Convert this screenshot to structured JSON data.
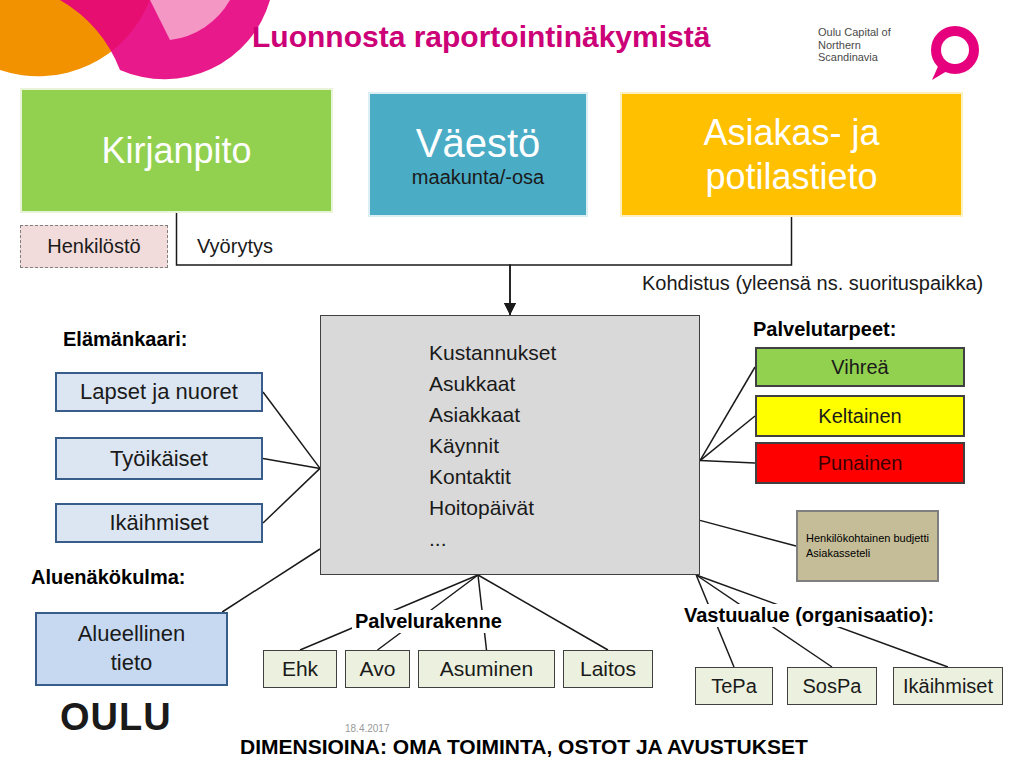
{
  "diagram": {
    "title": "Luonnosta raportointinäkymistä",
    "caption": "DIMENSIOINA: OMA TOIMINTA, OSTOT JA AVUSTUKSET",
    "nodes": [
      {
        "text": [
          "Kirjanpito"
        ]
      },
      {
        "text": [
          "Väestö",
          "maakunta/-osa"
        ]
      },
      {
        "text": [
          "Asiakas- ja potilastieto"
        ]
      },
      {
        "text": [
          "Henkilöstö"
        ]
      },
      {
        "text": [
          "Kustannukset",
          "Asukkaat",
          "Asiakkaat",
          "Käynnit",
          "Kontaktit",
          "Hoitopäivät",
          "..."
        ]
      },
      {
        "text": [
          "Lapset ja nuoret"
        ]
      },
      {
        "text": [
          "Työikäiset"
        ]
      },
      {
        "text": [
          "Ikäihmiset"
        ]
      },
      {
        "text": [
          "Alueellinen tieto"
        ]
      },
      {
        "text": [
          "Vihreä"
        ]
      },
      {
        "text": [
          "Keltainen"
        ]
      },
      {
        "text": [
          "Punainen"
        ]
      },
      {
        "text": [
          "Henkilökohtainen budjetti",
          "Asiakasseteli"
        ]
      },
      {
        "text": [
          "Ehk"
        ]
      },
      {
        "text": [
          "Avo"
        ]
      },
      {
        "text": [
          "Asuminen"
        ]
      },
      {
        "text": [
          "Laitos"
        ]
      },
      {
        "text": [
          "TePa"
        ]
      },
      {
        "text": [
          "SosPa"
        ]
      },
      {
        "text": [
          "Ikäihmiset"
        ]
      }
    ],
    "edges": [
      {
        "from": 0,
        "to": 4,
        "arrow": "to",
        "label": "Vyörytys"
      },
      {
        "from": 2,
        "to": 4,
        "arrow": "to",
        "label": "Kohdistus (yleensä ns. suorituspaikka)"
      },
      {
        "from": 5,
        "to": 4,
        "arrow": "none"
      },
      {
        "from": 6,
        "to": 4,
        "arrow": "none"
      },
      {
        "from": 7,
        "to": 4,
        "arrow": "none"
      },
      {
        "from": 8,
        "to": 4,
        "arrow": "none"
      },
      {
        "from": 9,
        "to": 4,
        "arrow": "none"
      },
      {
        "from": 10,
        "to": 4,
        "arrow": "none"
      },
      {
        "from": 11,
        "to": 4,
        "arrow": "none"
      },
      {
        "from": 12,
        "to": 4,
        "arrow": "none"
      },
      {
        "from": 13,
        "to": 4,
        "arrow": "none"
      },
      {
        "from": 14,
        "to": 4,
        "arrow": "none"
      },
      {
        "from": 15,
        "to": 4,
        "arrow": "none"
      },
      {
        "from": 16,
        "to": 4,
        "arrow": "none"
      },
      {
        "from": 17,
        "to": 4,
        "arrow": "none"
      },
      {
        "from": 18,
        "to": 4,
        "arrow": "none"
      },
      {
        "from": 19,
        "to": 4,
        "arrow": "none"
      }
    ],
    "labels": [
      "Oulu Capital of Northern Scandinavia",
      "Elämänkaari:",
      "Aluenäkökulma:",
      "Palvelutarpeet:",
      "Palvelurakenne",
      "Vastuualue (organisaatio):",
      "OULU",
      "18.4.2017"
    ]
  }
}
